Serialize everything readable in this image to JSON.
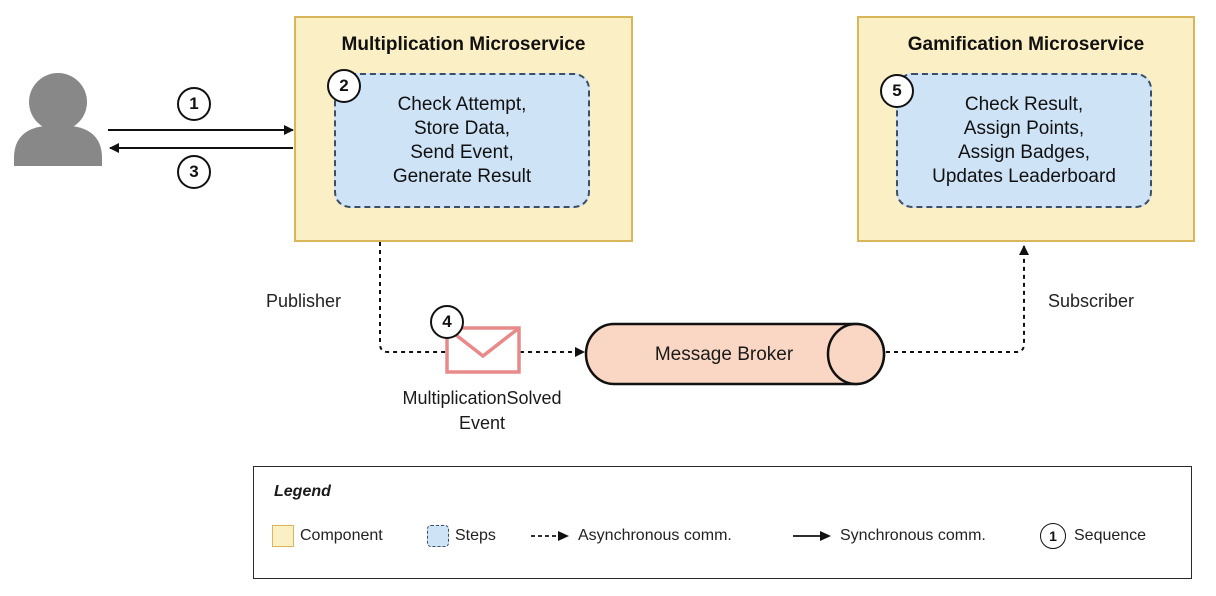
{
  "components": {
    "multiplication": {
      "title": "Multiplication Microservice",
      "step_number": "2",
      "steps": [
        "Check Attempt,",
        "Store Data,",
        "Send Event,",
        "Generate Result"
      ]
    },
    "gamification": {
      "title": "Gamification Microservice",
      "step_number": "5",
      "steps": [
        "Check Result,",
        "Assign Points,",
        "Assign Badges,",
        "Updates Leaderboard"
      ]
    }
  },
  "sequence": {
    "request": "1",
    "response": "3",
    "event": "4"
  },
  "message_broker": "Message Broker",
  "labels": {
    "publisher": "Publisher",
    "subscriber": "Subscriber",
    "event_line1": "MultiplicationSolved",
    "event_line2": "Event"
  },
  "legend": {
    "title": "Legend",
    "component": "Component",
    "steps": "Steps",
    "async": "Asynchronous comm.",
    "sync": "Synchronous comm.",
    "sequence_number": "1",
    "sequence": "Sequence"
  },
  "colors": {
    "component_fill": "#fbefc6",
    "component_border": "#d9b65a",
    "steps_fill": "#cfe3f7",
    "broker_fill": "#fad7c4",
    "envelope": "#e88a8a",
    "user_icon": "#888888"
  },
  "icons": {
    "user": "user-icon",
    "event": "envelope-icon"
  }
}
